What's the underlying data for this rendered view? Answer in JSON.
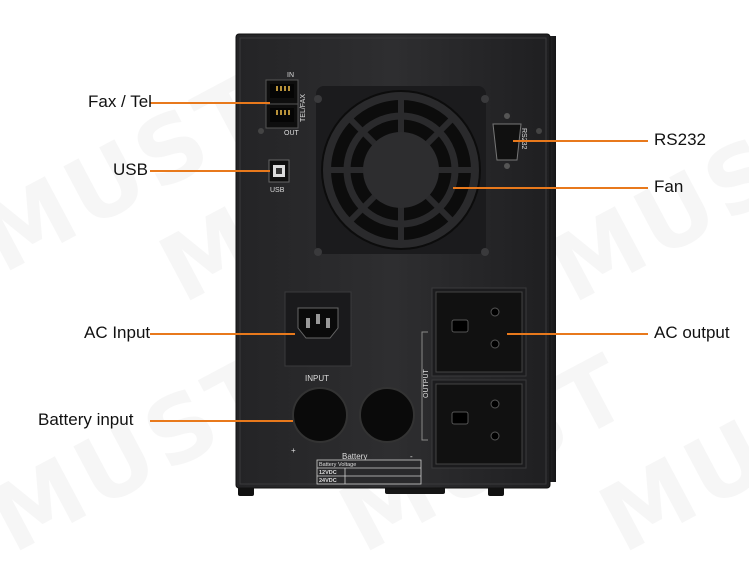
{
  "watermark": "MUST",
  "callouts": {
    "fax_tel": "Fax / Tel",
    "usb": "USB",
    "ac_input": "AC Input",
    "battery_input": "Battery input",
    "rs232": "RS232",
    "fan": "Fan",
    "ac_output": "AC output"
  },
  "panel": {
    "tel_in": "IN",
    "tel_out": "OUT",
    "tel_fax": "TEL/FAX",
    "usb": "USB",
    "rs232": "RS232",
    "input": "INPUT",
    "output": "OUTPUT",
    "battery_plus": "+",
    "battery": "Battery",
    "battery_minus": "-",
    "battery_voltage": "Battery Voltage",
    "v12": "12VDC",
    "v24": "24VDC"
  },
  "colors": {
    "leader": "#e8791c",
    "chassis": "#2a2a2c"
  }
}
